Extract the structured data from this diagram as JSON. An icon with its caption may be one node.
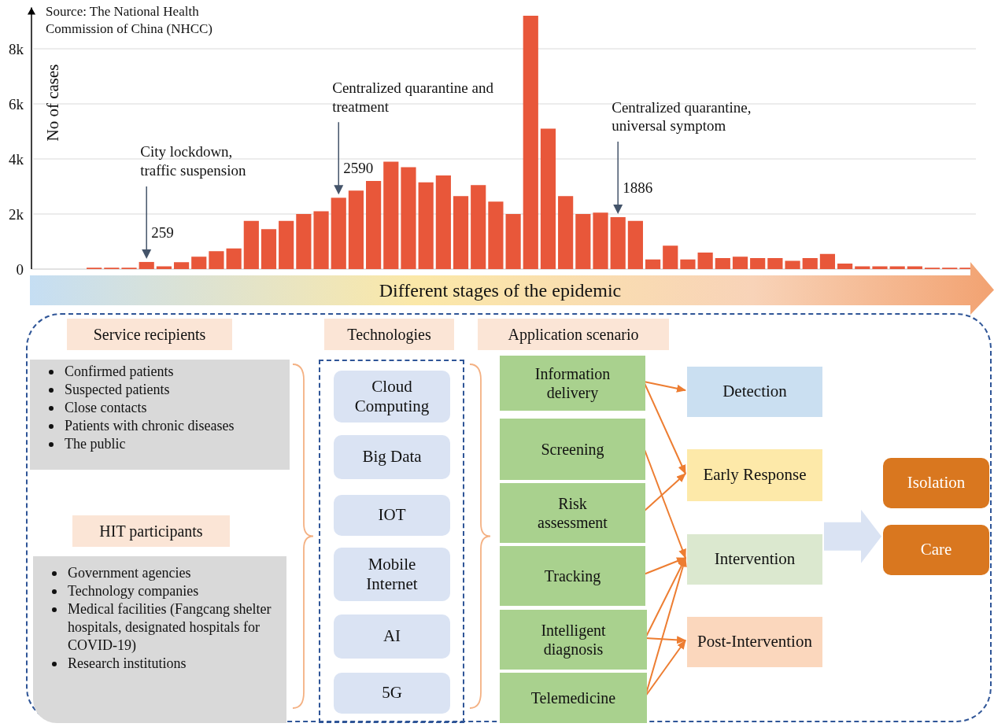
{
  "diagram": {
    "nodes": [
      {
        "text": [
          "Different stages of the epidemic"
        ]
      },
      {
        "text": [],
        "shape": "box"
      },
      {
        "text": [
          "Service recipients"
        ],
        "in": 1
      },
      {
        "text": [
          "Confirmed patients",
          "Suspected patients",
          "Close contacts",
          "Patients with chronic diseases",
          "The public"
        ],
        "in": 1
      },
      {
        "text": [
          "HIT participants"
        ],
        "in": 1
      },
      {
        "text": [
          "Government agencies",
          "Technology companies",
          "Medical facilities (Fangcang shelter hospitals, designated hospitals for COVID-19)",
          "Research institutions"
        ],
        "in": 1
      },
      {
        "text": [
          "Technologies"
        ],
        "in": 1
      },
      {
        "text": [],
        "shape": "box",
        "in": 1
      },
      {
        "text": [
          "Cloud Computing"
        ],
        "in": 7
      },
      {
        "text": [
          "Big Data"
        ],
        "in": 7
      },
      {
        "text": [
          "IOT"
        ],
        "in": 7
      },
      {
        "text": [
          "Mobile Internet"
        ],
        "in": 7
      },
      {
        "text": [
          "AI"
        ],
        "in": 7
      },
      {
        "text": [
          "5G"
        ],
        "in": 7
      },
      {
        "text": [
          "Application scenario"
        ],
        "in": 1
      },
      {
        "text": [
          "Information delivery"
        ],
        "in": 1
      },
      {
        "text": [
          "Screening"
        ],
        "in": 1
      },
      {
        "text": [
          "Risk assessment"
        ],
        "in": 1
      },
      {
        "text": [
          "Tracking"
        ],
        "in": 1
      },
      {
        "text": [
          "Intelligent diagnosis"
        ],
        "in": 1
      },
      {
        "text": [
          "Telemedicine"
        ],
        "in": 1
      },
      {
        "text": [
          "Detection"
        ],
        "in": 1
      },
      {
        "text": [
          "Early Response"
        ],
        "in": 1
      },
      {
        "text": [
          "Intervention"
        ],
        "in": 1
      },
      {
        "text": [
          "Post-Intervention"
        ],
        "in": 1
      },
      {
        "text": [
          "Isolation"
        ],
        "in": 1
      },
      {
        "text": [
          "Care"
        ],
        "in": 1
      }
    ],
    "edges": [
      {
        "from": 15,
        "to": 21,
        "arrow": "to"
      },
      {
        "from": 15,
        "to": 22,
        "arrow": "to"
      },
      {
        "from": 16,
        "to": 23,
        "arrow": "to"
      },
      {
        "from": 17,
        "to": 22,
        "arrow": "to"
      },
      {
        "from": 18,
        "to": 23,
        "arrow": "to"
      },
      {
        "from": 19,
        "to": 23,
        "arrow": "to"
      },
      {
        "from": 19,
        "to": 24,
        "arrow": "to"
      },
      {
        "from": 20,
        "to": 23,
        "arrow": "to"
      },
      {
        "from": 20,
        "to": 24,
        "arrow": "to"
      },
      {
        "from": 23,
        "to": 25,
        "arrow": "to",
        "style": "thick",
        "color": "#dae3f3"
      },
      {
        "from": 23,
        "to": 26,
        "arrow": "to",
        "style": "thick",
        "color": "#dae3f3"
      }
    ],
    "labels": [
      "Source: The National Health Commission of China (NHCC)"
    ],
    "chart_data": {
      "type": "bar",
      "ylabel": "No of cases",
      "series": [
        {
          "color": "#e8573a",
          "values": [
            null,
            null,
            null,
            50,
            50,
            50,
            259,
            100,
            250,
            450,
            650,
            750,
            1750,
            1450,
            1750,
            2000,
            2100,
            2590,
            2850,
            3200,
            3900,
            3700,
            3150,
            3400,
            2650,
            3050,
            2450,
            2000,
            9200,
            5100,
            2650,
            2000,
            2050,
            1886,
            1750,
            350,
            850,
            350,
            600,
            400,
            450,
            400,
            400,
            300,
            400,
            550,
            200,
            100,
            100,
            100,
            100,
            50,
            50,
            50
          ]
        }
      ],
      "ylim": [
        0,
        9500
      ],
      "yticks": [
        {
          "value": 0,
          "label": "0"
        },
        {
          "value": 2000,
          "label": "2k"
        },
        {
          "value": 4000,
          "label": "4k"
        },
        {
          "value": 6000,
          "label": "6k"
        },
        {
          "value": 8000,
          "label": "8k"
        }
      ],
      "grid": true,
      "annotations": [
        "City lockdown, traffic suspension",
        "259",
        "Centralized quarantine and treatment",
        "2590",
        "Centralized quarantine, universal symptom",
        "1886"
      ]
    }
  }
}
